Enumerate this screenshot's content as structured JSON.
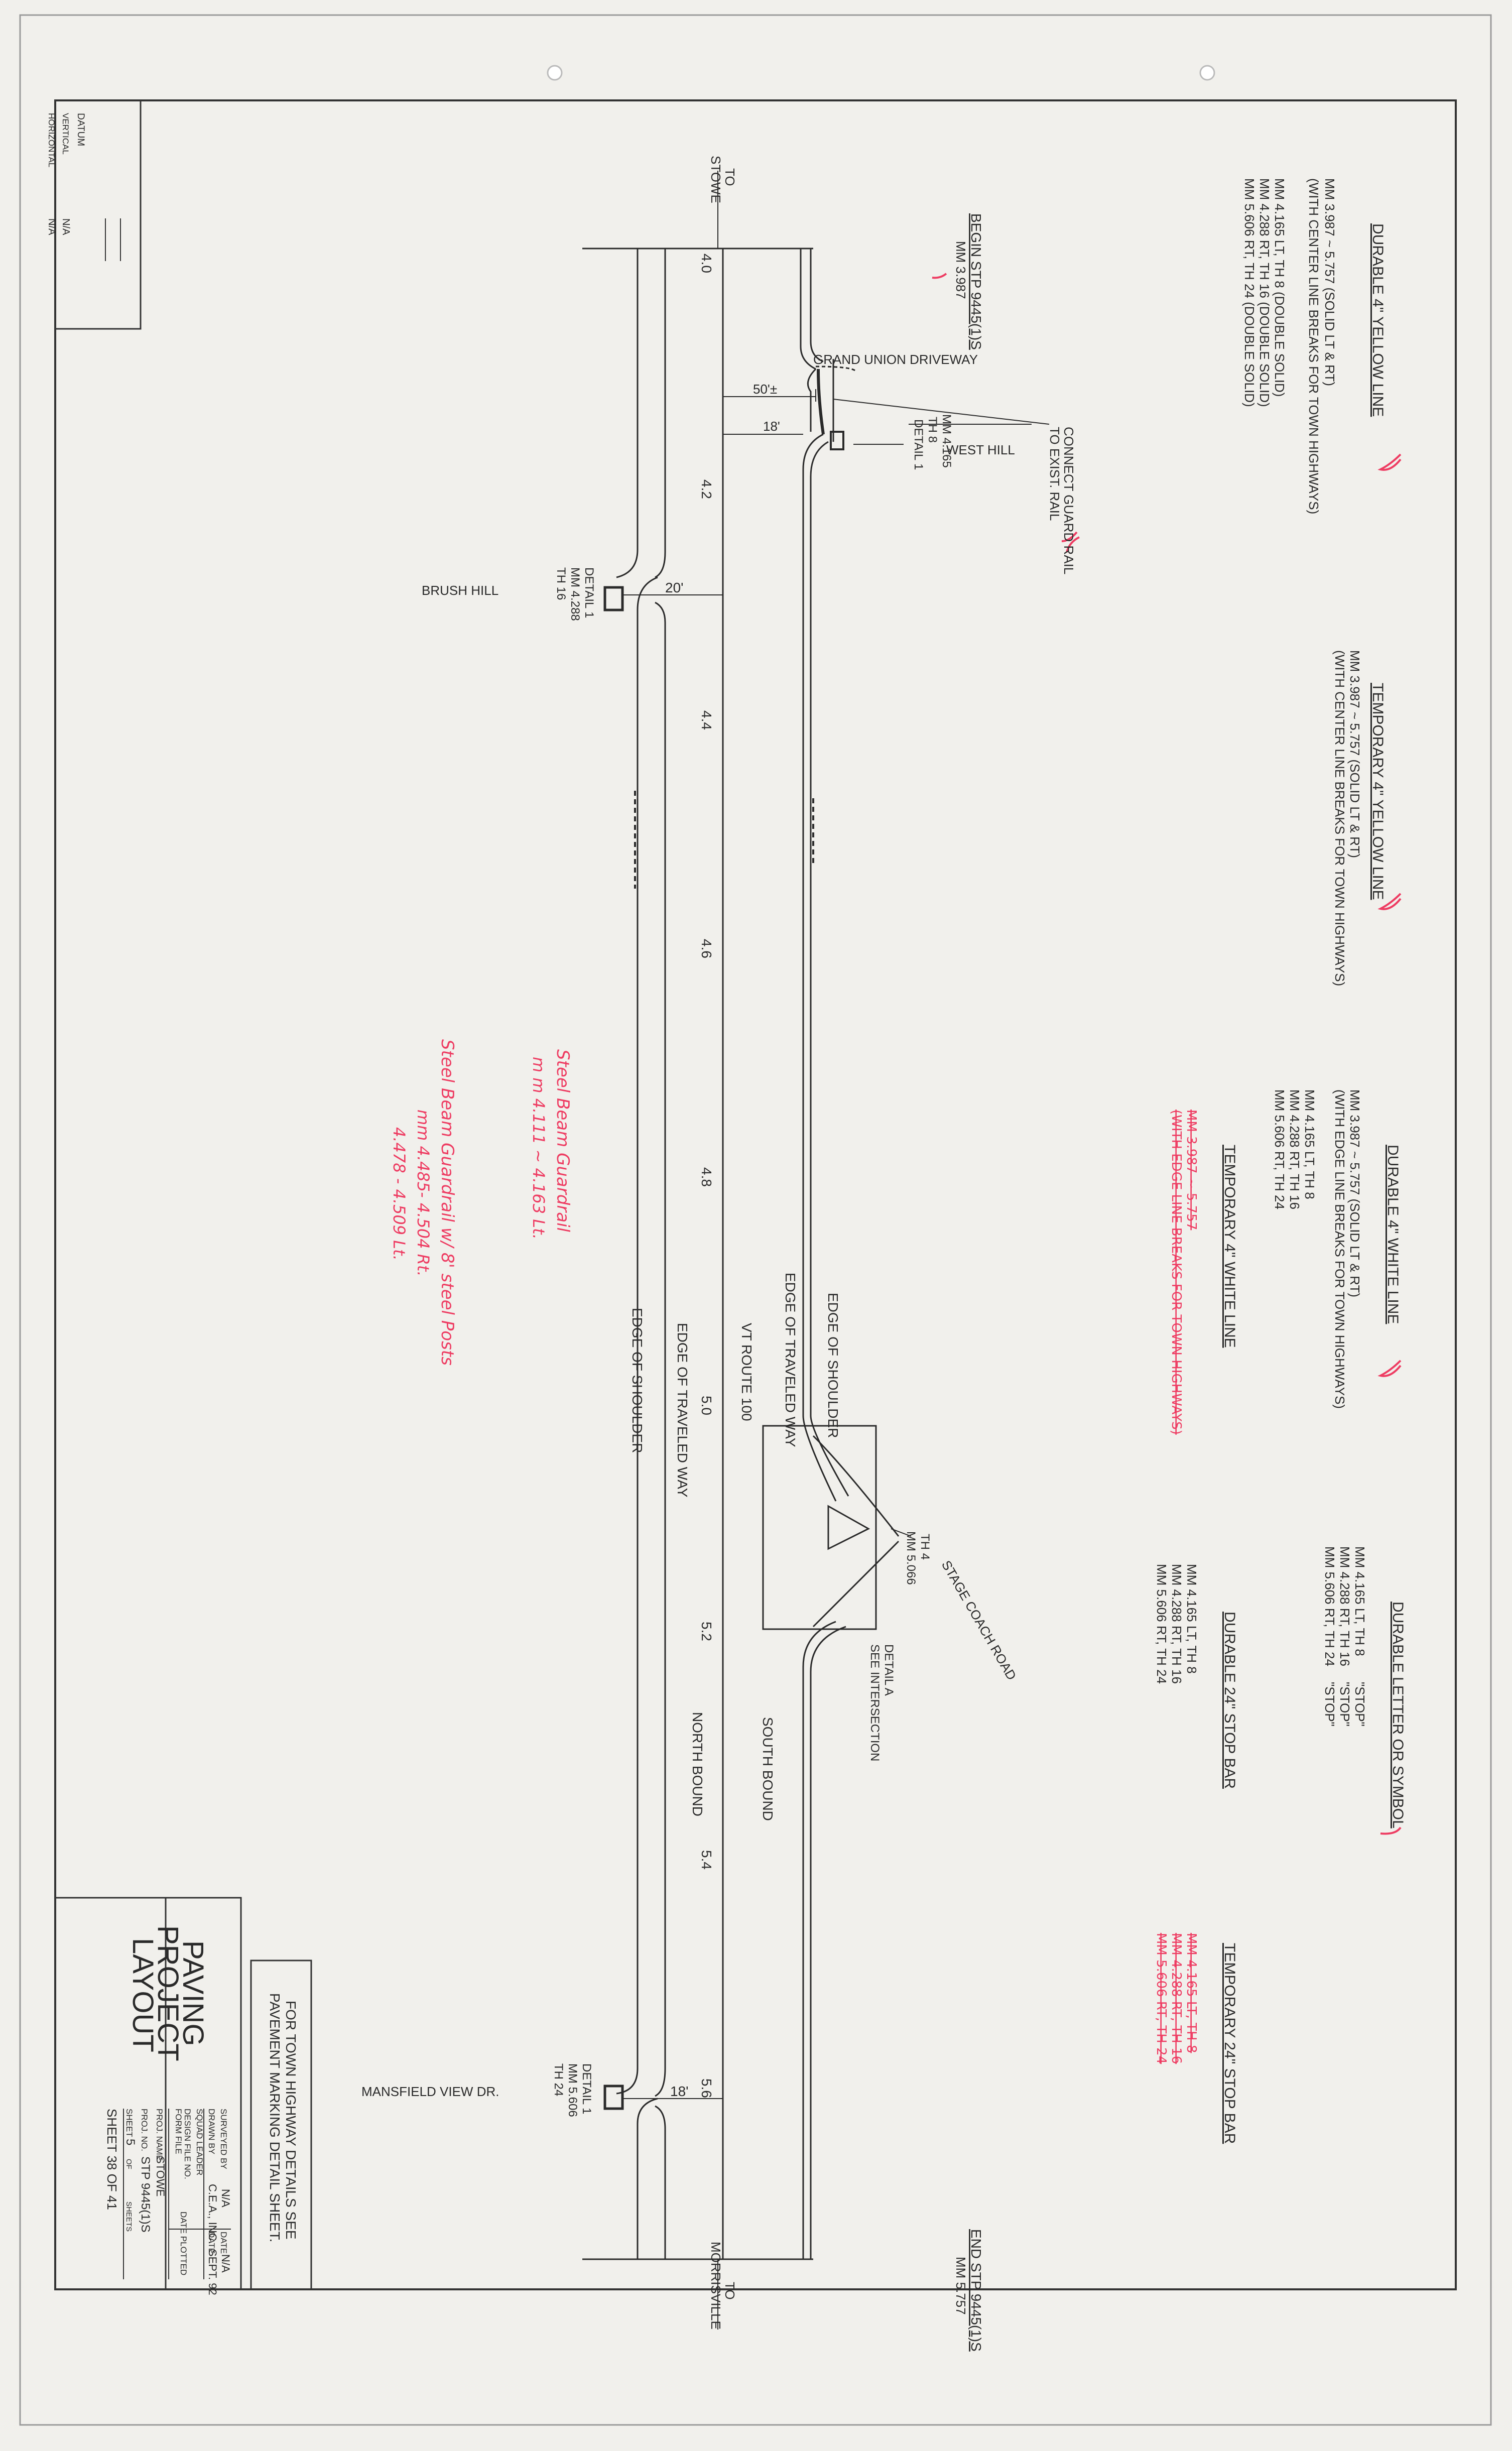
{
  "datum": {
    "title": "DATUM",
    "vertical_label": "VERTICAL",
    "vertical_value": "N/A",
    "horizontal_label": "HORIZONTAL",
    "horizontal_value": "N/A"
  },
  "durable_yellow": {
    "title": "DURABLE 4\" YELLOW LINE",
    "lines": [
      "MM 3.987 ~ 5.757  (SOLID LT & RT)",
      "(WITH CENTER LINE BREAKS FOR TOWN HIGHWAYS)",
      "",
      "MM 4.165 LT, TH 8  (DOUBLE SOLID)",
      "MM 4.288 RT, TH 16  (DOUBLE SOLID)",
      "MM 5.606 RT, TH 24  (DOUBLE SOLID)"
    ]
  },
  "temporary_yellow": {
    "title": "TEMPORARY 4\" YELLOW LINE",
    "lines": [
      "MM 3.987 ~ 5.757  (SOLID LT & RT)",
      "(WITH CENTER LINE BREAKS FOR TOWN HIGHWAYS)"
    ]
  },
  "durable_white": {
    "title": "DURABLE 4\" WHITE LINE",
    "lines": [
      "MM 3.987 ~ 5.757  (SOLID LT & RT)",
      "(WITH EDGE LINE BREAKS FOR TOWN HIGHWAYS)",
      "",
      "MM 4.165 LT, TH 8",
      "MM 4.288 RT, TH 16",
      "MM 5.606 RT, TH 24"
    ]
  },
  "temporary_white": {
    "title": "TEMPORARY 4\" WHITE LINE",
    "lines": [
      "MM 3.987 ~ 5.757",
      "(WITH EDGE LINE BREAKS FOR TOWN HIGHWAYS)"
    ]
  },
  "durable_letter": {
    "title": "DURABLE LETTER OR SYMBOL",
    "lines": [
      "MM 4.165 LT, TH 8",
      "MM 4.288 RT, TH 16",
      "MM 5.606 RT, TH 24"
    ],
    "symbols": [
      "\"STOP\"",
      "\"STOP\"",
      "\"STOP\""
    ]
  },
  "durable_stop": {
    "title": "DURABLE 24\" STOP BAR",
    "lines": [
      "MM 4.165 LT, TH 8",
      "MM 4.288 RT, TH 16",
      "MM 5.606 RT, TH 24"
    ]
  },
  "temporary_stop": {
    "title": "TEMPORARY 24\" STOP BAR",
    "lines": [
      "MM 4.165 LT, TH 8",
      "MM 4.288 RT, TH 16",
      "MM 5.606 RT, TH 24"
    ]
  },
  "stations": [
    "4.0",
    "4.2",
    "4.4",
    "4.6",
    "4.8",
    "5.0",
    "5.2",
    "5.4",
    "5.6"
  ],
  "road": {
    "to_stowe": [
      "TO",
      "STOWE"
    ],
    "to_morrisville": [
      "TO",
      "MORRISVILLE"
    ],
    "begin_stp": [
      "BEGIN STP 9445(1)S",
      "MM 3.987"
    ],
    "end_stp": [
      "END STP 9445(1)S",
      "MM 5.757"
    ],
    "edge_of_shoulder": "EDGE OF SHOULDER",
    "edge_of_traveled_way": "EDGE OF TRAVELED WAY",
    "route": "VT ROUTE 100",
    "south_bound": "SOUTH BOUND",
    "north_bound": "NORTH BOUND",
    "grand_union": "GRAND UNION DRIVEWAY",
    "west_hill": "WEST HILL",
    "brush_hill": "BRUSH HILL",
    "mansfield_view": "MANSFIELD VIEW DR.",
    "stage_coach": "STAGE COACH ROAD",
    "connect_guard": [
      "CONNECT GUARD RAIL",
      "TO EXIST. RAIL"
    ],
    "th8": [
      "TH 8",
      "MM 4.165",
      "DETAIL 1"
    ],
    "th16": [
      "TH 16",
      "MM 4.288",
      "DETAIL 1"
    ],
    "th24": [
      "TH 24",
      "MM 5.606",
      "DETAIL 1"
    ],
    "th4": [
      "TH 4",
      "MM 5.066"
    ],
    "see_intersection": [
      "SEE INTERSECTION",
      "DETAIL A"
    ],
    "dim_50": "50'±",
    "dim_18a": "18'",
    "dim_20": "20'",
    "dim_18b": "18'"
  },
  "handwritten": {
    "note1": [
      "Steel Beam Guardrail",
      "m m  4.111 ~ 4.163 Lt."
    ],
    "note2": [
      "Steel Beam Guardrail w/ 8' steel Posts",
      "mm 4.485- 4.504 Rt.",
      "4.478 - 4.509 Lt."
    ]
  },
  "town_highway_note": [
    "FOR TOWN HIGHWAY DETAILS SEE",
    "PAVEMENT MARKING DETAIL SHEET."
  ],
  "title_block": {
    "title_lines": [
      "PAVING",
      "PROJECT",
      "LAYOUT"
    ],
    "surveyed_by": "SURVEYED BY",
    "surveyed_value": "N/A",
    "drawn_by": "DRAWN BY",
    "drawn_value": "C.E.A., INC.",
    "squad_leader": "SQUAD LEADER",
    "design_file": "DESIGN FILE NO.",
    "form_file": "FORM FILE",
    "date_label": "DATE",
    "date1": "N/A",
    "date2": "SEPT. 92",
    "date_plotted": "DATE PLOTTED",
    "proj_name_label": "PROJ. NAME",
    "proj_name": "STOWE",
    "proj_no_label": "PROJ. NO.",
    "proj_no": "STP 9445(1)S",
    "sheet_label": "SHEET",
    "sheet_no": "5",
    "of_label": "OF",
    "sheets_label": "SHEETS",
    "big_sheet": "SHEET 38 OF 41"
  },
  "colors": {
    "ink": "#2a2a2a",
    "pencil": "#ee3c62",
    "paper": "#f1f0ec"
  }
}
